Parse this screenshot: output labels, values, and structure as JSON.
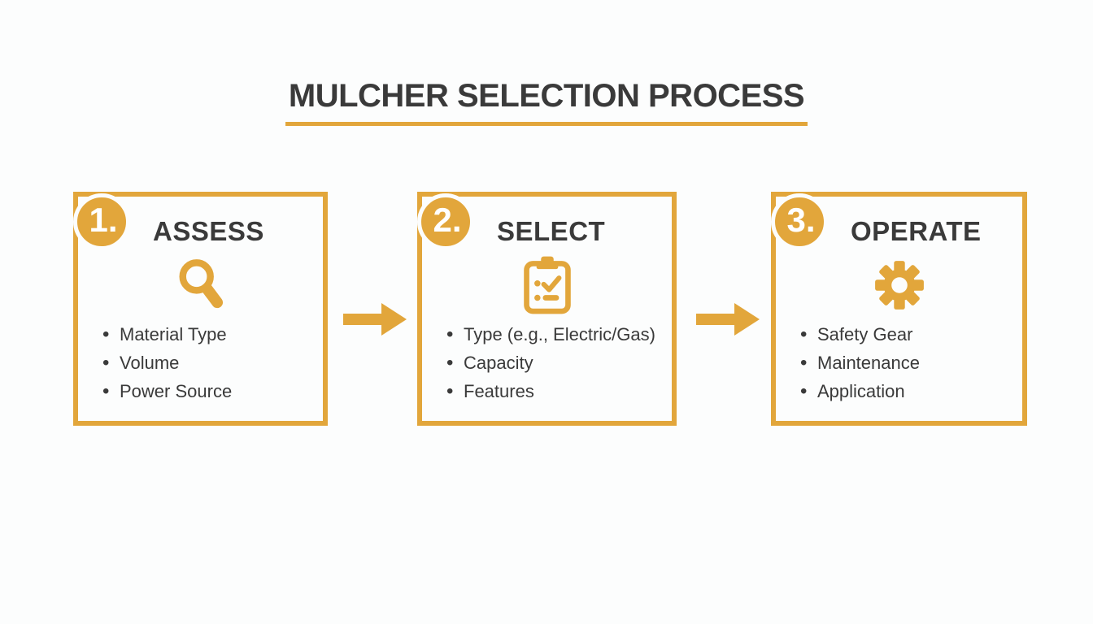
{
  "title": "MULCHER SELECTION PROCESS",
  "colors": {
    "accent": "#E2A63B",
    "text": "#3A3A3A",
    "background": "#FCFDFD",
    "circle_text": "#FFFFFF"
  },
  "steps": [
    {
      "number": "1.",
      "title": "ASSESS",
      "icon": "search-icon",
      "items": [
        "Material Type",
        "Volume",
        "Power Source"
      ]
    },
    {
      "number": "2.",
      "title": "SELECT",
      "icon": "checklist-icon",
      "items": [
        "Type (e.g., Electric/Gas)",
        "Capacity",
        "Features"
      ]
    },
    {
      "number": "3.",
      "title": "OPERATE",
      "icon": "gear-icon",
      "items": [
        "Safety Gear",
        "Maintenance",
        "Application"
      ]
    }
  ],
  "arrows": [
    "arrow-right-icon",
    "arrow-right-icon"
  ]
}
